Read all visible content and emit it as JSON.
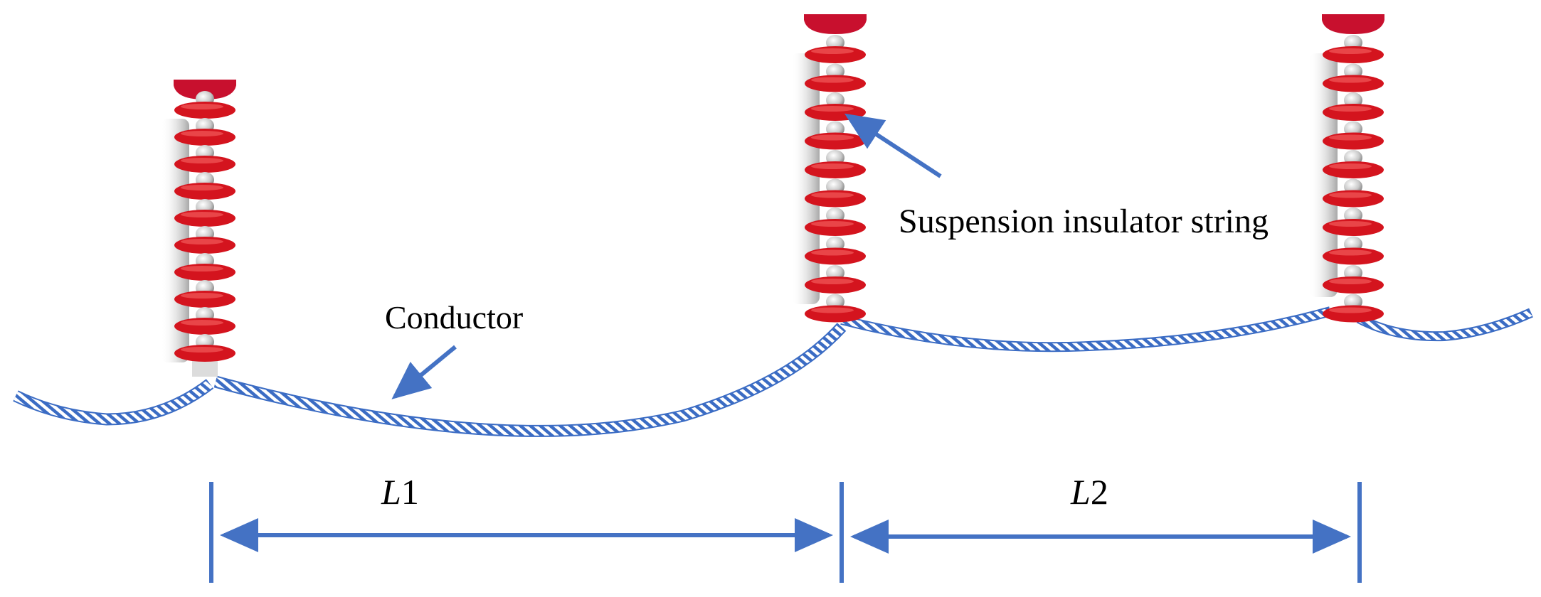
{
  "labels": {
    "insulator": "Suspension insulator string",
    "conductor": "Conductor",
    "span1_var": "L",
    "span1_idx": "1",
    "span2_var": "L",
    "span2_idx": "2"
  },
  "insulator_count": 3,
  "discs_per_string": 10,
  "colors": {
    "cap": "#c8102e",
    "disc": "#d4141e",
    "disc_highlight": "#f25a5a",
    "link": "#c9c9c9",
    "conductor": "#3b6cc4",
    "arrow": "#4472c4",
    "text": "#000000"
  }
}
